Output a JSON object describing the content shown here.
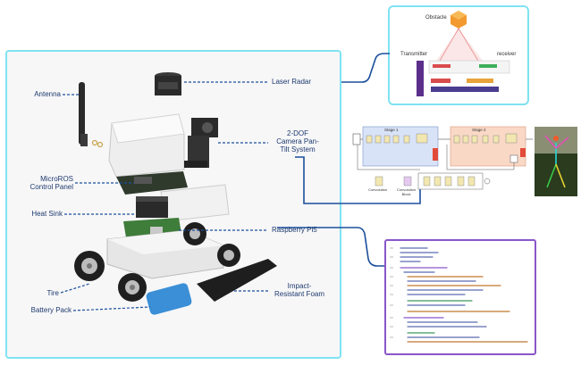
{
  "robot_labels": {
    "antenna": "Antenna",
    "microros": "MicroROS\nControl Panel",
    "heat_sink": "Heat Sink",
    "tire": "Tire",
    "battery": "Battery Pack",
    "laser_radar": "Laser Radar",
    "camera": "2-DOF\nCamera Pan-\nTilt System",
    "raspberry": "Raspberry Pi5",
    "foam": "Impact-\nResistant Foam"
  },
  "radar": {
    "obstacle": "Obstacle",
    "transmitter": "Transmitter",
    "receiver": "receiver"
  },
  "stages": {
    "stage1": "Stage 1",
    "stage2": "Stage 2",
    "legend1": "Convolution",
    "legend2": "Convolution\nBlock"
  },
  "colors": {
    "cyan_border": "#7fe3f2",
    "purple_border": "#8a56c9",
    "label_text": "#1e3a6e",
    "connector": "#1b4f9c"
  }
}
